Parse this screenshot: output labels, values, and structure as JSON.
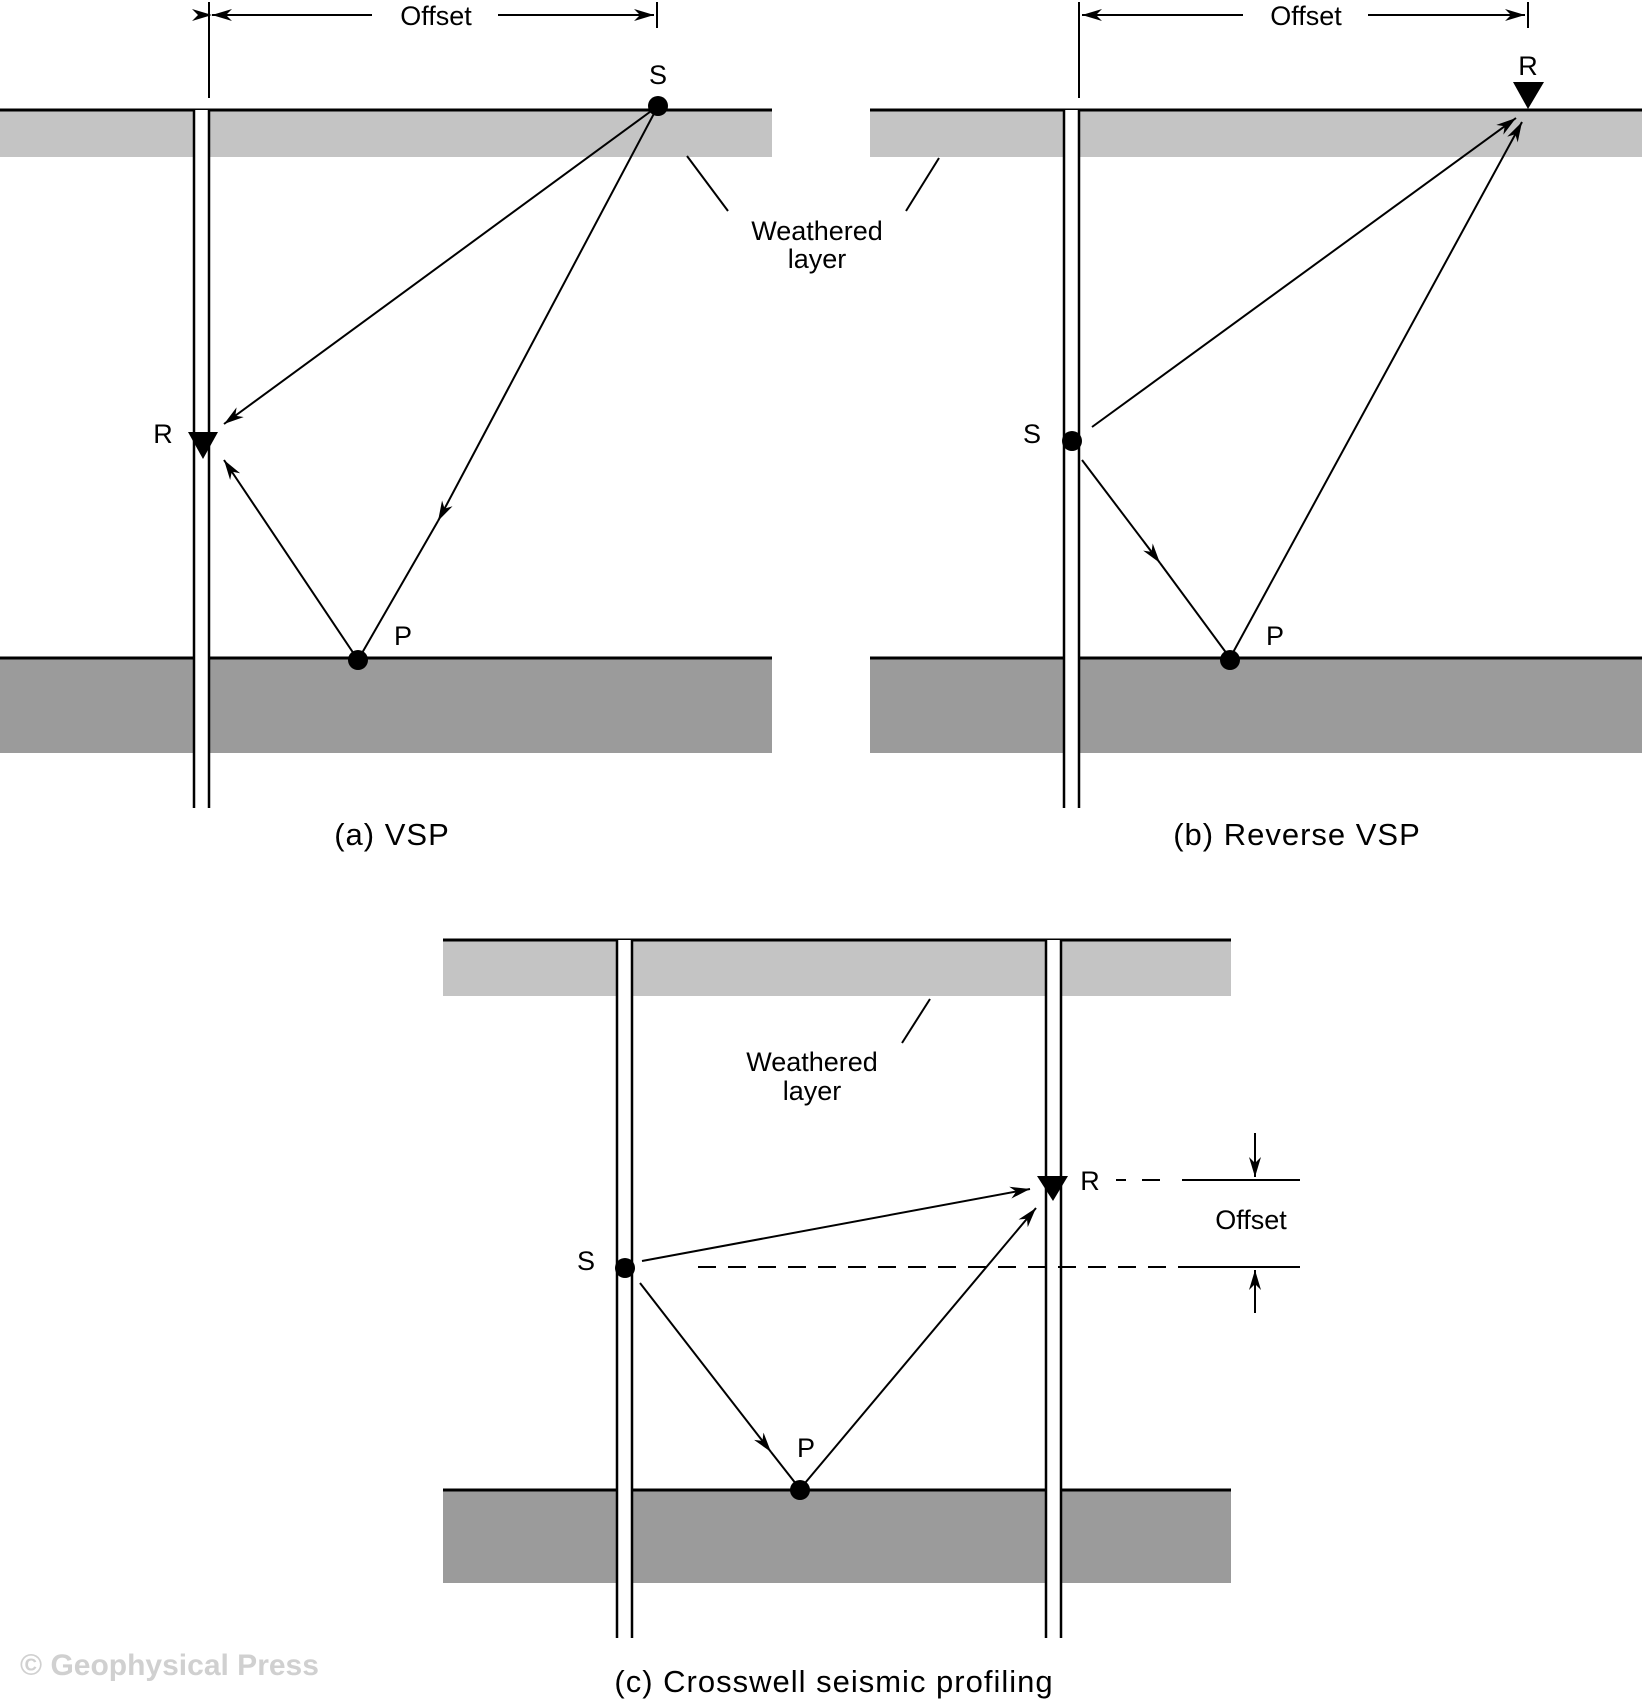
{
  "labels": {
    "offset": "Offset",
    "weathered_line1": "Weathered",
    "weathered_line2": "layer",
    "source": "S",
    "receiver": "R",
    "reflection_point": "P"
  },
  "captions": {
    "a": "(a)  VSP",
    "b": "(b)  Reverse VSP",
    "c": "(c)  Crosswell seismic profiling"
  },
  "watermark": "© Geophysical Press",
  "colors": {
    "weathered_layer": "#c4c4c4",
    "reflector_layer": "#9b9b9b",
    "ink": "#000000",
    "watermark": "#d0d0d0"
  }
}
